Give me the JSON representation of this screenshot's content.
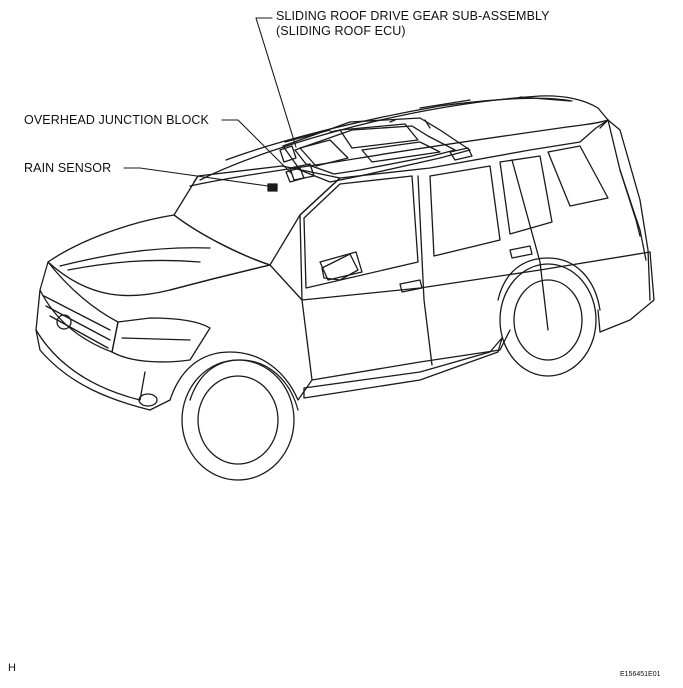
{
  "callouts": {
    "sliding_roof_gear": {
      "line1": "SLIDING ROOF DRIVE GEAR SUB-ASSEMBLY",
      "line2": "(SLIDING ROOF ECU)"
    },
    "overhead_junction": "OVERHEAD JUNCTION BLOCK",
    "rain_sensor": "RAIN SENSOR"
  },
  "footer": {
    "view_code": "H",
    "figure_id": "E156451E01"
  }
}
